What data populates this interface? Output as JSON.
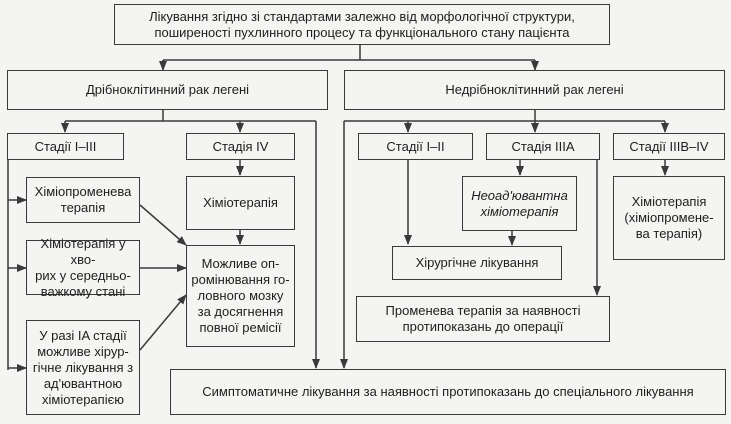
{
  "top": "Лікування згідно зі стандартами  залежно від морфологічної структури,\nпоширеності пухлинного процесу та функціонального стану пацієнта",
  "branches": {
    "small_cell": "Дрібноклітинний рак легені",
    "non_small_cell": "Недрібноклітинний рак легені"
  },
  "small_cell": {
    "stage_1_3": "Стадії I–III",
    "stage_4": "Стадія IV",
    "chemoradiation": "Хіміопроменева\nтерапія",
    "chemo_moderate": "Хіміотерапія у хво-\nрих у середньо-\nважкому стані",
    "stage_ia": "У разі IA стадії\nможливе хірур-\nгічне лікування з\nад'ювантною\nхіміотерапією",
    "chemotherapy": "Хіміотерапія",
    "brain_irradiation": "Можливе оп-\nромінювання го-\nловного мозку\nза досягнення\nповної ремісії"
  },
  "non_small_cell": {
    "stage_1_2": "Стадії I–II",
    "stage_3a": "Стадія IIIA",
    "stage_3b_4": "Стадії IIIB–IV",
    "neoadjuvant": "Неоад'ювантна\nхіміотерапія",
    "chemo_radiation": "Хіміотерапія\n(хіміопромене-\nва терапія)",
    "surgery": "Хірургічне лікування",
    "radiation": "Променева терапія за наявності\nпротипоказань до операції"
  },
  "bottom": "Симптоматичне лікування за наявності протипоказань до спеціального лікування"
}
